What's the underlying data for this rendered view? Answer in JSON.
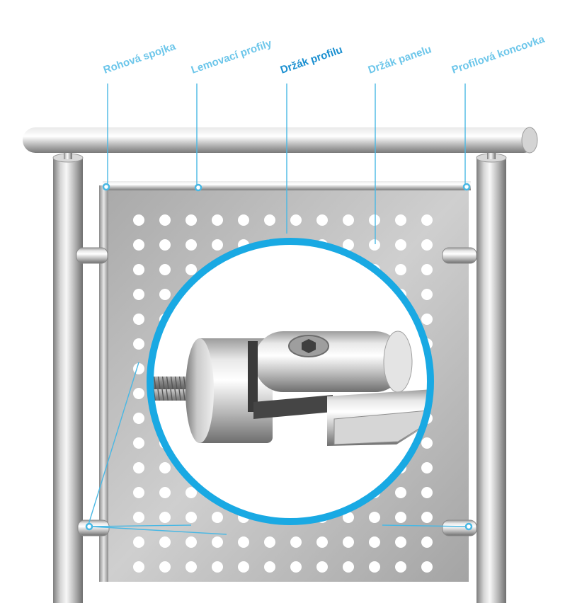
{
  "labels": [
    {
      "key": "corner",
      "text": "Rohová spojka",
      "highlight": false
    },
    {
      "key": "edge",
      "text": "Lemovací profily",
      "highlight": false
    },
    {
      "key": "holder",
      "text": "Držák profilu",
      "highlight": true
    },
    {
      "key": "panel",
      "text": "Držák panelu",
      "highlight": false
    },
    {
      "key": "endcap",
      "text": "Profilová koncovka",
      "highlight": false
    }
  ],
  "colors": {
    "label": "#6cc6ea",
    "label_highlight": "#1a8fd0",
    "zoom_ring": "#19a9e3",
    "leader": "#49b8e4",
    "steel_light": "#f2f2f2",
    "steel_mid": "#c8c8c8",
    "steel_dark": "#8e8e8e",
    "panel": "#bdbdbd",
    "hole": "#ffffff"
  },
  "icons": [
    "stainless-steel-railing-illustration",
    "profile-holder-zoom-photo"
  ]
}
